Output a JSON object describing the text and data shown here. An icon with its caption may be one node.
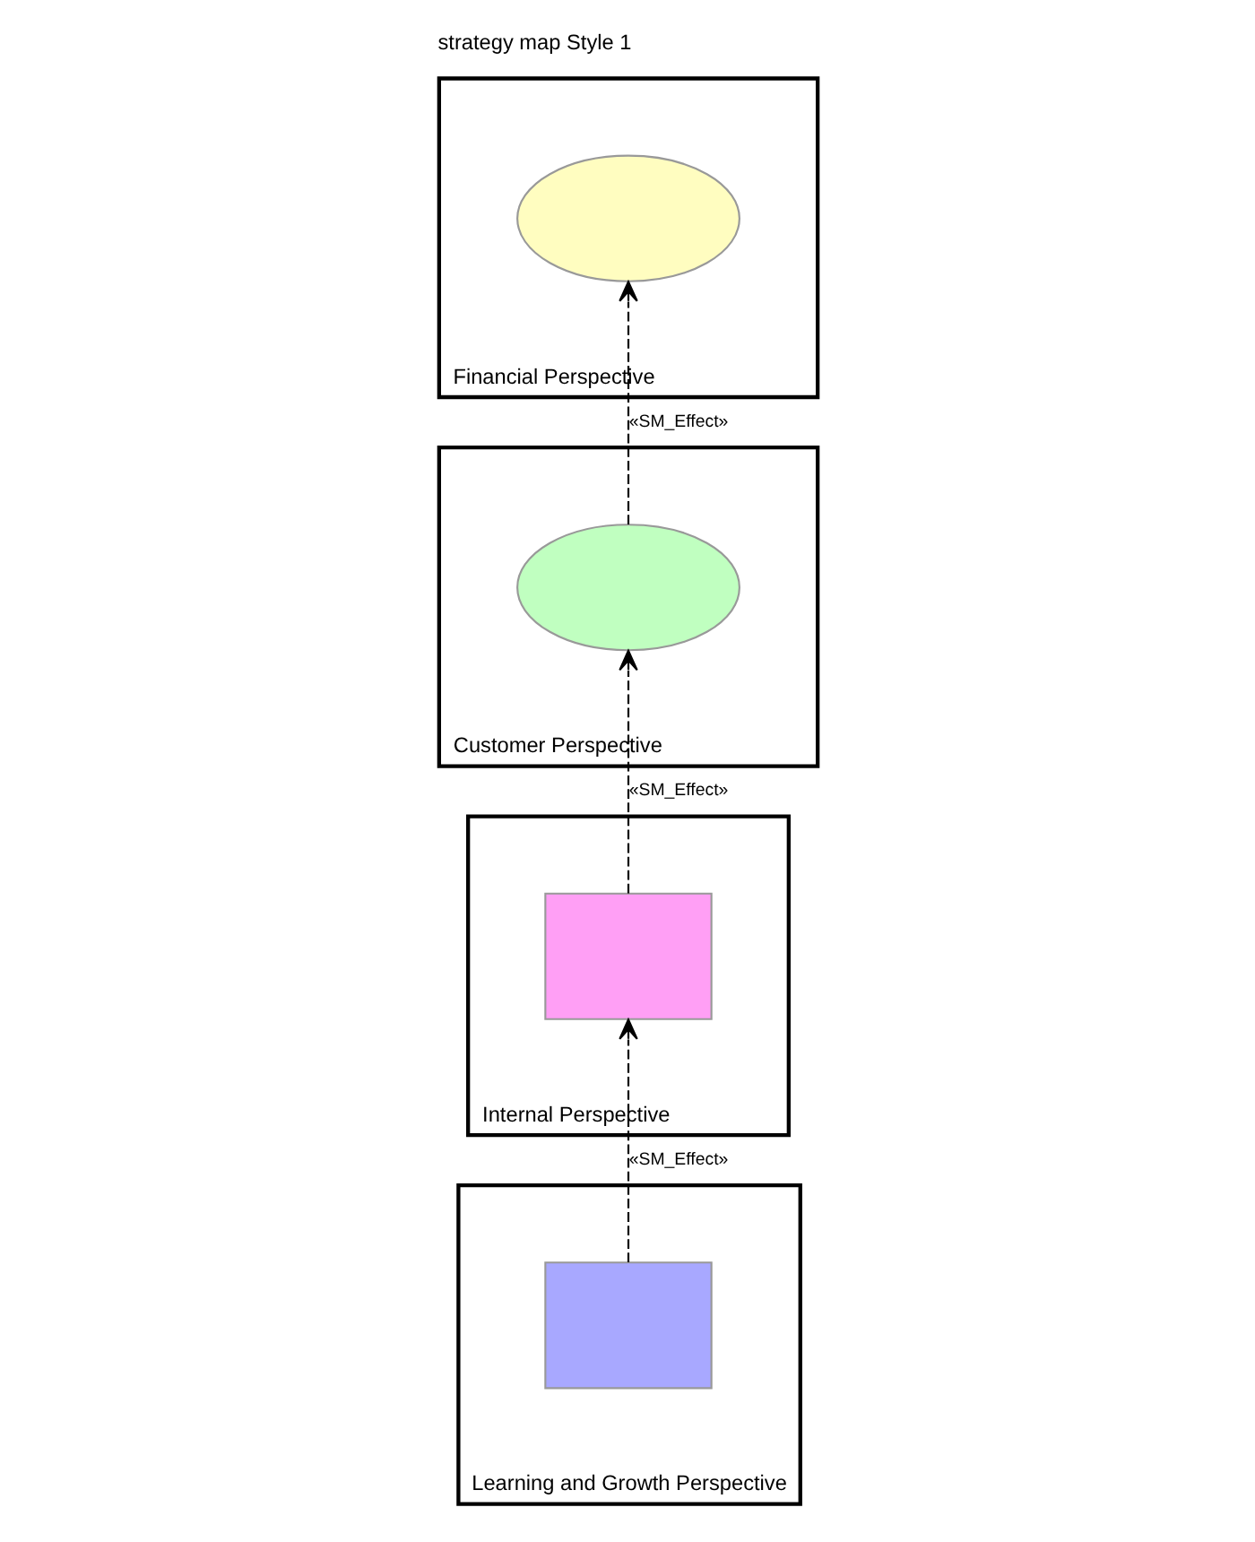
{
  "diagram": {
    "title": "strategy map Style 1",
    "nodes": [
      {
        "text": [
          "Financial Perspective"
        ]
      },
      {
        "text": [],
        "shape": "ellipse",
        "in": 0
      },
      {
        "text": [
          "Customer Perspective"
        ]
      },
      {
        "text": [],
        "shape": "ellipse",
        "in": 2
      },
      {
        "text": [
          "Internal Perspective"
        ]
      },
      {
        "text": [],
        "shape": "box",
        "in": 4
      },
      {
        "text": [
          "Learning and Growth Perspective"
        ]
      },
      {
        "text": [],
        "shape": "box",
        "in": 6
      }
    ],
    "edges": [
      {
        "from": 7,
        "to": 5,
        "arrow": "to",
        "style": "dashed",
        "label": "«SM_Effect»"
      },
      {
        "from": 5,
        "to": 3,
        "arrow": "to",
        "style": "dashed",
        "label": "«SM_Effect»"
      },
      {
        "from": 3,
        "to": 1,
        "arrow": "to",
        "style": "dashed",
        "label": "«SM_Effect»"
      }
    ]
  }
}
